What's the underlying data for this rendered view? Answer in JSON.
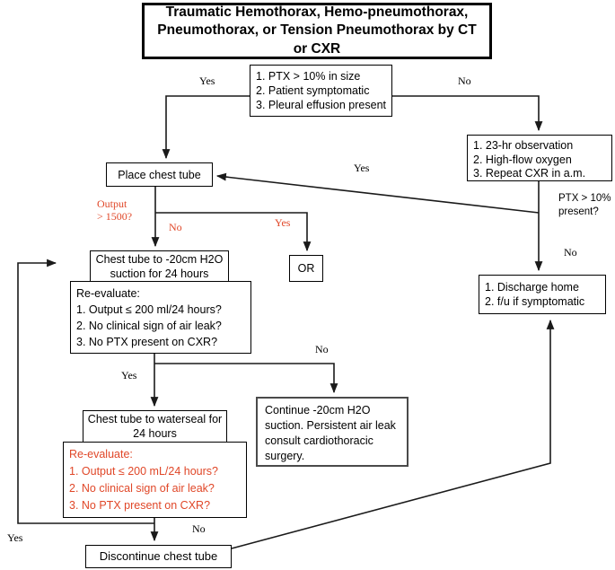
{
  "colors": {
    "accent_red": "#e04728",
    "line": "#1a1a1a",
    "background": "#ffffff"
  },
  "title": "Traumatic Hemothorax, Hemo-pneumothorax, Pneumothorax, or Tension Pneumothorax by CT or CXR",
  "nodes": {
    "criteria": {
      "lines": [
        "1. PTX > 10% in size",
        "2. Patient symptomatic",
        "3. Pleural effusion present"
      ]
    },
    "place_chest_tube": {
      "label": "Place chest tube"
    },
    "observation": {
      "lines": [
        "1. 23-hr observation",
        "2. High-flow oxygen",
        "3. Repeat CXR in a.m."
      ]
    },
    "or_node": {
      "label": "OR"
    },
    "suction": {
      "lines": [
        "Chest tube to -20cm H2O",
        "suction for 24 hours"
      ]
    },
    "reevaluate_suction": {
      "lines": [
        "Re-evaluate:",
        "1.  Output ≤ 200 ml/24 hours?",
        "2.  No clinical sign of air leak?",
        "3.  No PTX present on CXR?"
      ]
    },
    "discharge": {
      "lines": [
        "1. Discharge home",
        "2. f/u if symptomatic"
      ]
    },
    "waterseal": {
      "lines": [
        "Chest tube to waterseal for",
        "24 hours"
      ]
    },
    "reevaluate_waterseal": {
      "lines": [
        "Re-evaluate:",
        "1. Output ≤ 200 mL/24 hours?",
        "2. No clinical sign of air leak?",
        "3. No PTX present on CXR?"
      ]
    },
    "continue_suction": {
      "lines": [
        "Continue -20cm H2O",
        "suction.  Persistent air leak",
        "consult cardiothoracic",
        "surgery."
      ]
    },
    "discontinue": {
      "label": "Discontinue chest tube"
    }
  },
  "edge_labels": {
    "top_yes": "Yes",
    "top_no": "No",
    "mid_yes": "Yes",
    "output_q1": "Output",
    "output_q2": "> 1500?",
    "output_no": "No",
    "output_yes": "Yes",
    "ptx_q1": "PTX  > 10%",
    "ptx_q2": "present?",
    "ptx_no": "No",
    "reeval_no": "No",
    "reeval_yes": "Yes",
    "bottom_no": "No",
    "bottom_yes": "Yes"
  }
}
